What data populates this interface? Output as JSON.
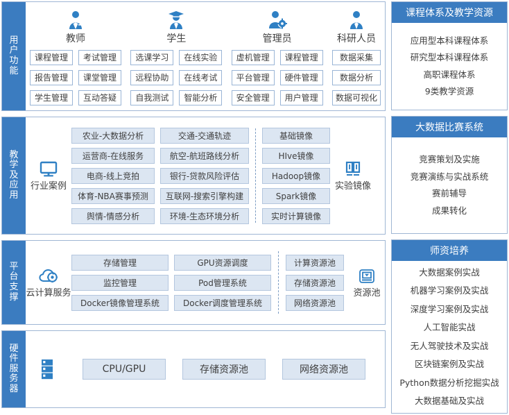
{
  "sections": [
    {
      "id": "users",
      "label": "用户功能",
      "personas": [
        {
          "name": "教师",
          "icon": "teacher-icon",
          "columns": [
            [
              "课程管理",
              "报告管理",
              "学生管理"
            ],
            [
              "考试管理",
              "课堂管理",
              "互动答疑"
            ]
          ]
        },
        {
          "name": "学生",
          "icon": "student-icon",
          "columns": [
            [
              "选课学习",
              "远程协助",
              "自我测试"
            ],
            [
              "在线实验",
              "在线考试",
              "智能分析"
            ]
          ]
        },
        {
          "name": "管理员",
          "icon": "admin-icon",
          "columns": [
            [
              "虚机管理",
              "平台管理",
              "安全管理"
            ],
            [
              "课程管理",
              "硬件管理",
              "用户管理"
            ]
          ]
        },
        {
          "name": "科研人员",
          "icon": "researcher-icon",
          "columns": [
            [
              "数据采集",
              "数据分析",
              "数据可视化"
            ]
          ]
        }
      ]
    },
    {
      "id": "teaching",
      "label": "教学及应用",
      "groups": [
        {
          "icon": "monitor-icon",
          "title": "行业案例",
          "column_a": [
            "农业-大数据分析",
            "运营商-在线服务",
            "电商-线上竞拍",
            "体育-NBA赛事预测",
            "舆情-情感分析"
          ],
          "column_b": [
            "交通-交通轨迹",
            "航空-航班路线分析",
            "银行-贷款风险评估",
            "互联网-搜索引擎构建",
            "环境-生态环境分析"
          ]
        },
        {
          "icon": "image-disk-icon",
          "title": "实验镜像",
          "items": [
            "基础镜像",
            "HIve镜像",
            "Hadoop镜像",
            "Spark镜像",
            "实时计算镜像"
          ]
        }
      ]
    },
    {
      "id": "platform",
      "label": "平台支撑",
      "cloud": {
        "icon": "cloud-gear-icon",
        "title": "云计算服务",
        "column_a": [
          "存储管理",
          "监控管理",
          "Docker镜像管理系统"
        ],
        "column_b": [
          "GPU资源调度",
          "Pod管理系统",
          "Docker调度管理系统"
        ]
      },
      "pool": {
        "icon": "resource-pool-icon",
        "title": "资源池",
        "items": [
          "计算资源池",
          "存储资源池",
          "网络资源池"
        ]
      }
    },
    {
      "id": "hardware",
      "label": "硬件服务器",
      "icon": "server-rack-icon",
      "items": [
        "CPU/GPU",
        "存储资源池",
        "网络资源池"
      ]
    }
  ],
  "panels": [
    {
      "id": "course",
      "title": "课程体系及教学资源",
      "items": [
        "应用型本科课程体系",
        "研究型本科课程体系",
        "高职课程体系",
        "9类教学资源"
      ]
    },
    {
      "id": "contest",
      "title": "大数据比赛系统",
      "items": [
        "竞赛策划及实施",
        "竞赛演练与实战系统",
        "赛前辅导",
        "成果转化"
      ]
    },
    {
      "id": "training",
      "title": "师资培养",
      "items": [
        "大数据案例实战",
        "机器学习案例及实战",
        "深度学习案例及实战",
        "人工智能实战",
        "无人驾驶技术及实战",
        "区块链案例及实战",
        "Python数据分析挖掘实战",
        "大数据基础及实战"
      ]
    }
  ],
  "colors": {
    "brand_blue": "#3b7cc0",
    "panel_border": "#9fb6d4",
    "button_fill": "#dce6f2",
    "button_border": "#b3c6de",
    "outline_button_border": "#9ab5d6",
    "icon_blue": "#2f80c4"
  }
}
